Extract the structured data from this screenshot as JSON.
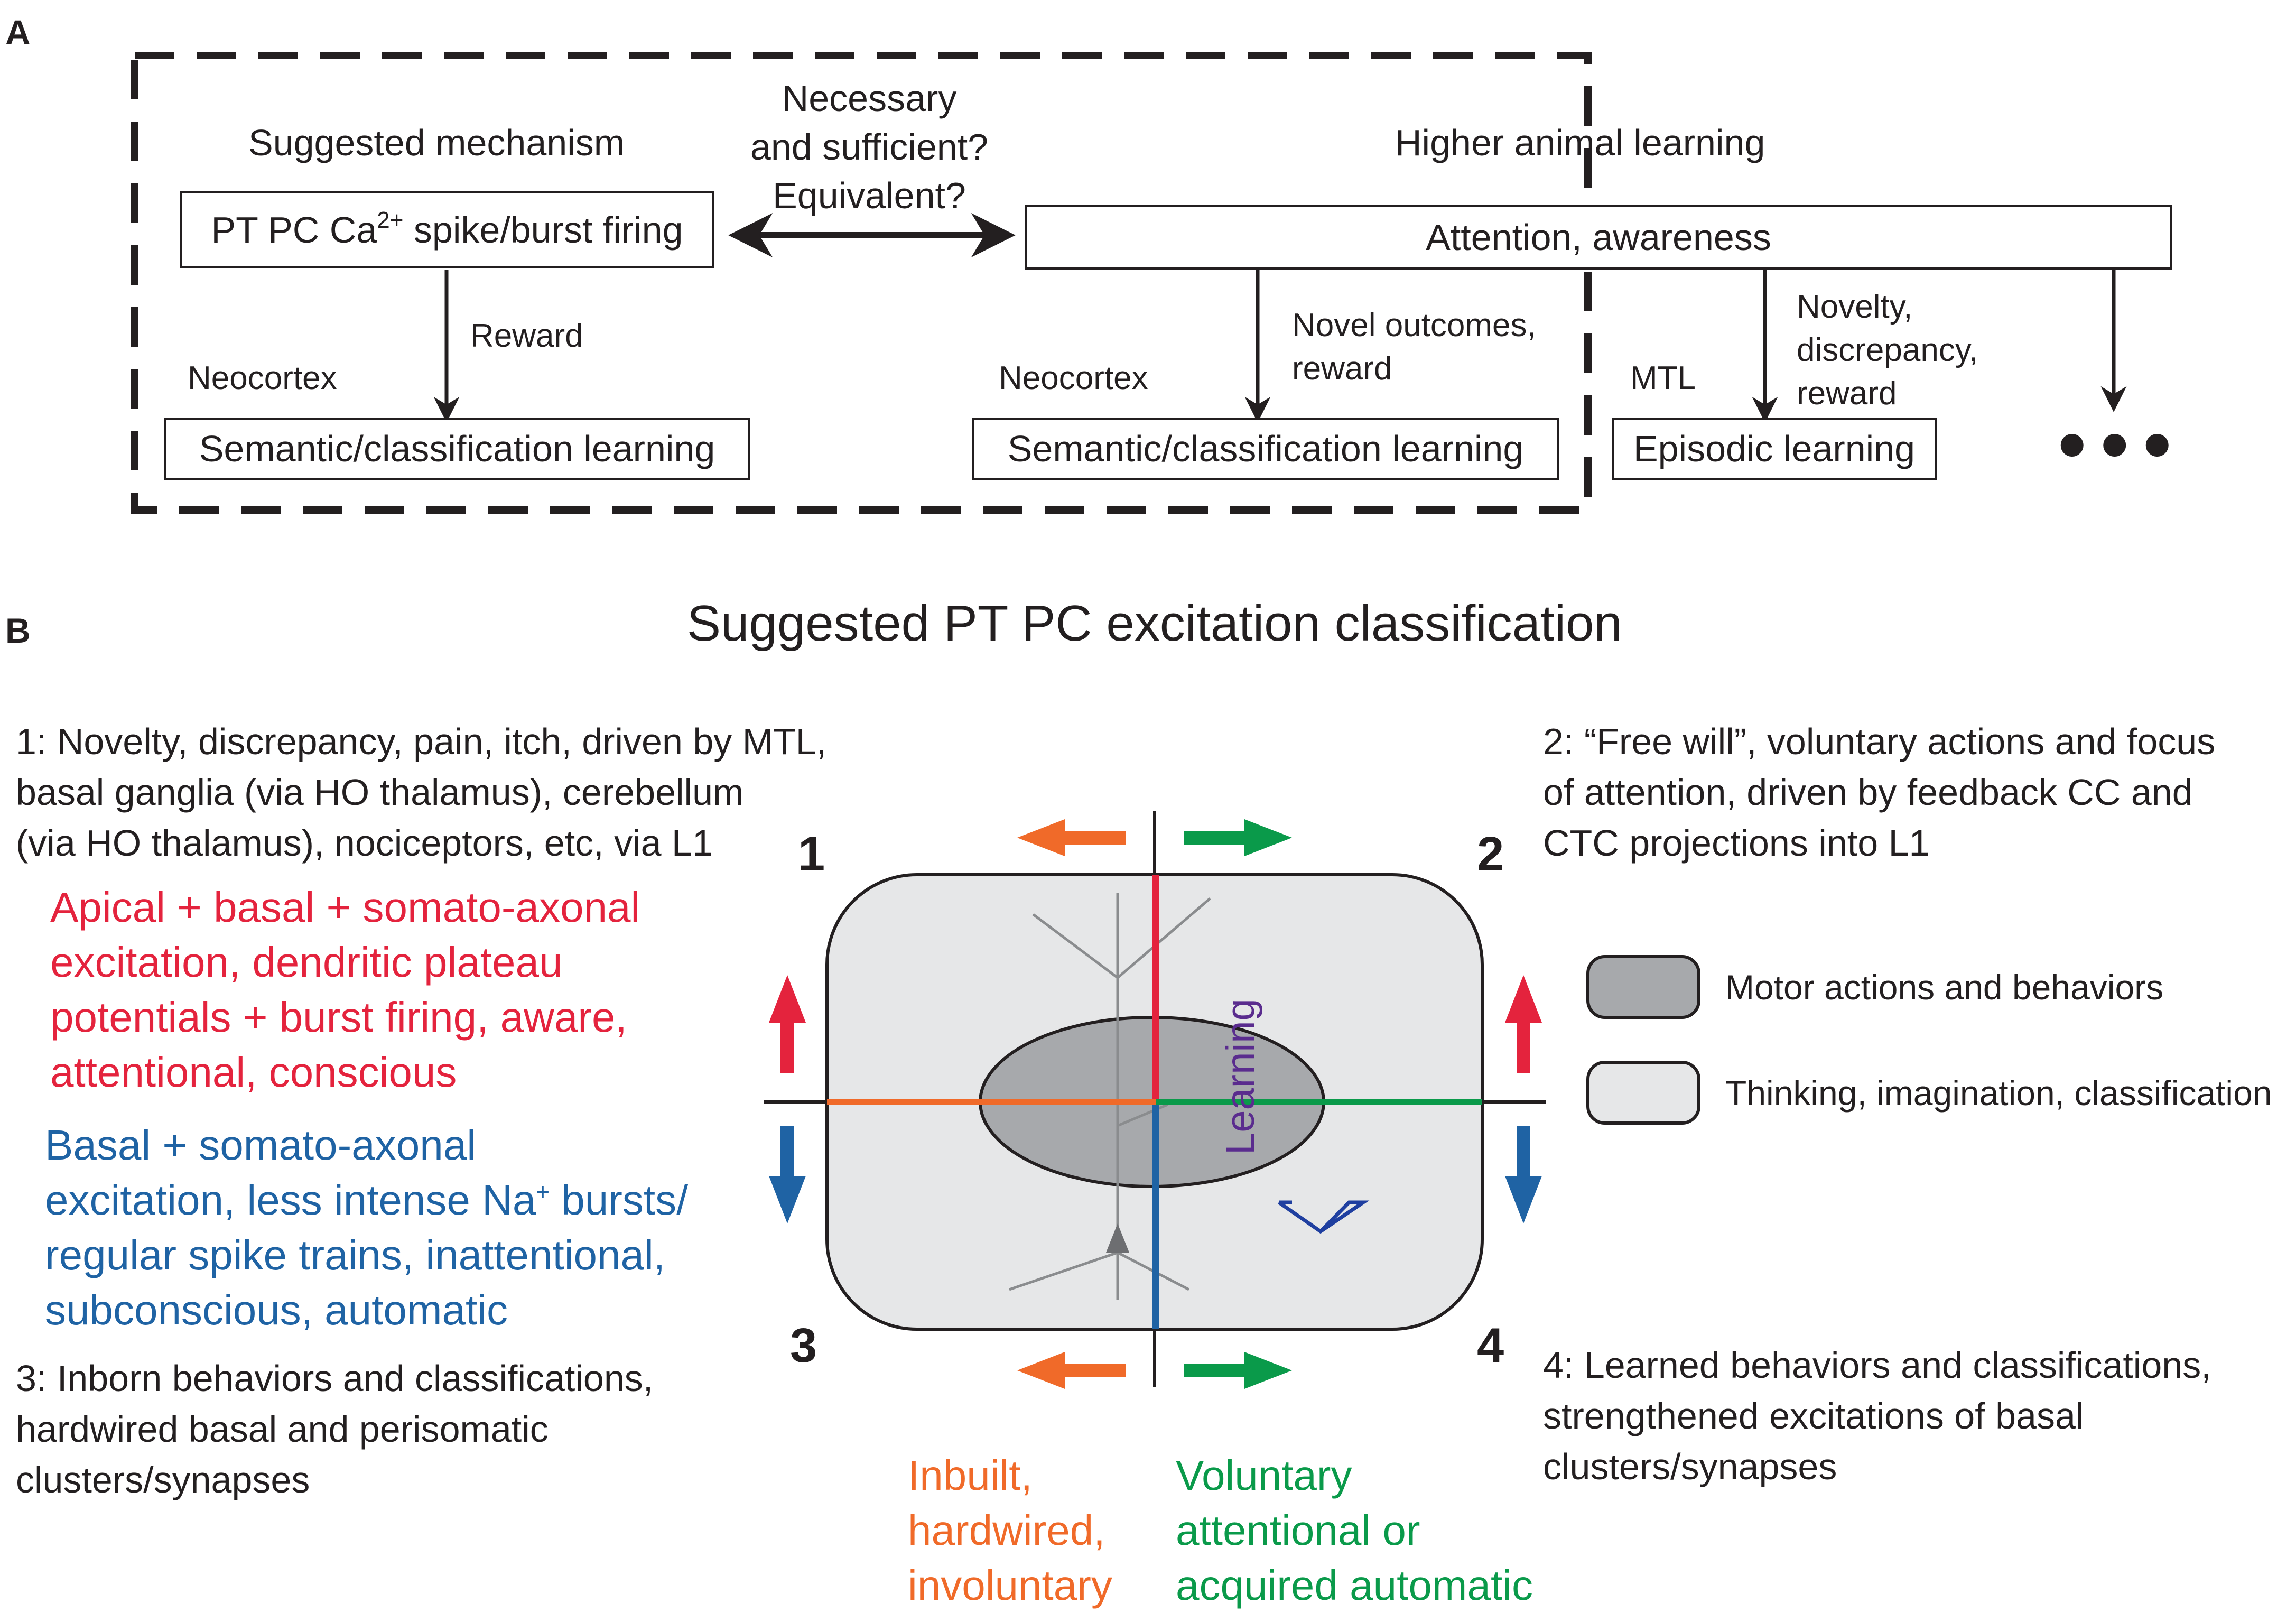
{
  "panel_a": {
    "letter": "A",
    "suggested_mechanism": "Suggested mechanism",
    "question": [
      "Necessary",
      "and sufficient?",
      "Equivalent?"
    ],
    "higher_learning": "Higher animal learning",
    "pt_box": "PT PC Ca",
    "pt_box_sup": "2+",
    "pt_box_rest": " spike/burst firing",
    "attention_box": "Attention, awareness",
    "reward": "Reward",
    "novel_outcomes": [
      "Novel outcomes,",
      "reward"
    ],
    "novelty": [
      "Novelty,",
      "discrepancy,",
      "reward"
    ],
    "neocortex_1": "Neocortex",
    "neocortex_2": "Neocortex",
    "mtl": "MTL",
    "semantic_1": "Semantic/classification learning",
    "semantic_2": "Semantic/classification learning",
    "episodic": "Episodic learning",
    "ellipsis": "•••"
  },
  "panel_b": {
    "letter": "B",
    "title": "Suggested PT PC excitation classification",
    "q1_num": "1",
    "q2_num": "2",
    "q3_num": "3",
    "q4_num": "4",
    "q1_text": [
      "1: Novelty, discrepancy, pain, itch, driven by MTL,",
      "basal ganglia (via HO thalamus), cerebellum",
      "(via HO thalamus), nociceptors, etc, via L1"
    ],
    "q2_text": [
      "2: “Free will”, voluntary actions and focus",
      "of attention, driven by feedback CC and",
      "CTC projections into L1"
    ],
    "q3_text": [
      "3: Inborn behaviors and classifications,",
      "hardwired basal and perisomatic",
      "clusters/synapses"
    ],
    "q4_text": [
      "4: Learned behaviors and classifications,",
      "strengthened excitations of basal",
      "clusters/synapses"
    ],
    "red_text": [
      "Apical + basal + somato-axonal",
      "excitation, dendritic plateau",
      "potentials + burst firing, aware,",
      "attentional, conscious"
    ],
    "blue_text_1": "Basal + somato-axonal",
    "blue_text_2a": "excitation, less intense Na",
    "blue_text_2sup": "+",
    "blue_text_2b": " bursts/",
    "blue_text_3": "regular spike trains, inattentional,",
    "blue_text_4": "subconscious, automatic",
    "orange_text": [
      "Inbuilt,",
      "hardwired,",
      "involuntary"
    ],
    "green_text": [
      "Voluntary",
      "attentional or",
      "acquired automatic"
    ],
    "learning_label": "Learning",
    "legend": [
      {
        "label": "Motor actions and behaviors",
        "color": "#a7a9ac"
      },
      {
        "label": "Thinking, imagination, classification",
        "color": "#e6e7e8"
      }
    ],
    "colors": {
      "red": "#e4233d",
      "blue": "#1f63a4",
      "orange": "#f06a29",
      "green": "#0a9a4a",
      "purple": "#7a2a8a"
    }
  }
}
